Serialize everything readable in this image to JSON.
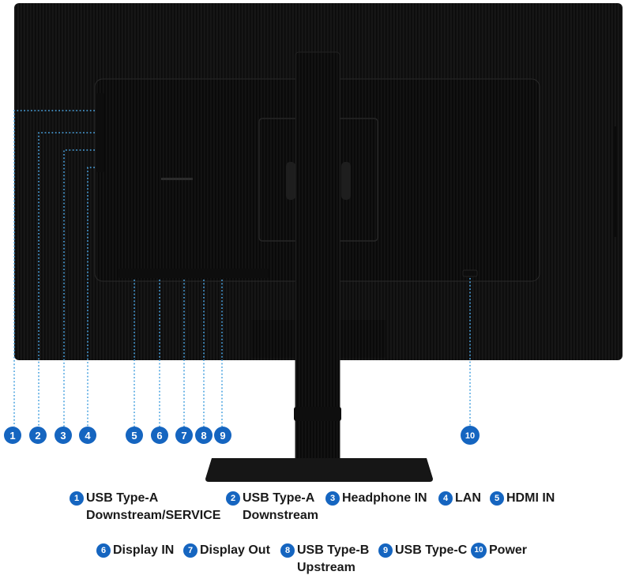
{
  "colors": {
    "badge": "#1565c0",
    "callout_line": "#4aa3e0",
    "monitor": "#141414",
    "text": "#1a1a1a"
  },
  "ports": [
    {
      "number": "1",
      "lines": [
        "USB Type-A",
        "Downstream/SERVICE"
      ]
    },
    {
      "number": "2",
      "lines": [
        "USB Type-A",
        "Downstream"
      ]
    },
    {
      "number": "3",
      "lines": [
        "Headphone IN"
      ]
    },
    {
      "number": "4",
      "lines": [
        "LAN"
      ]
    },
    {
      "number": "5",
      "lines": [
        "HDMI IN"
      ]
    },
    {
      "number": "6",
      "lines": [
        "Display IN"
      ]
    },
    {
      "number": "7",
      "lines": [
        "Display Out"
      ]
    },
    {
      "number": "8",
      "lines": [
        "USB Type-B",
        "Upstream"
      ]
    },
    {
      "number": "9",
      "lines": [
        "USB Type-C"
      ]
    },
    {
      "number": "10",
      "lines": [
        "Power"
      ]
    }
  ]
}
